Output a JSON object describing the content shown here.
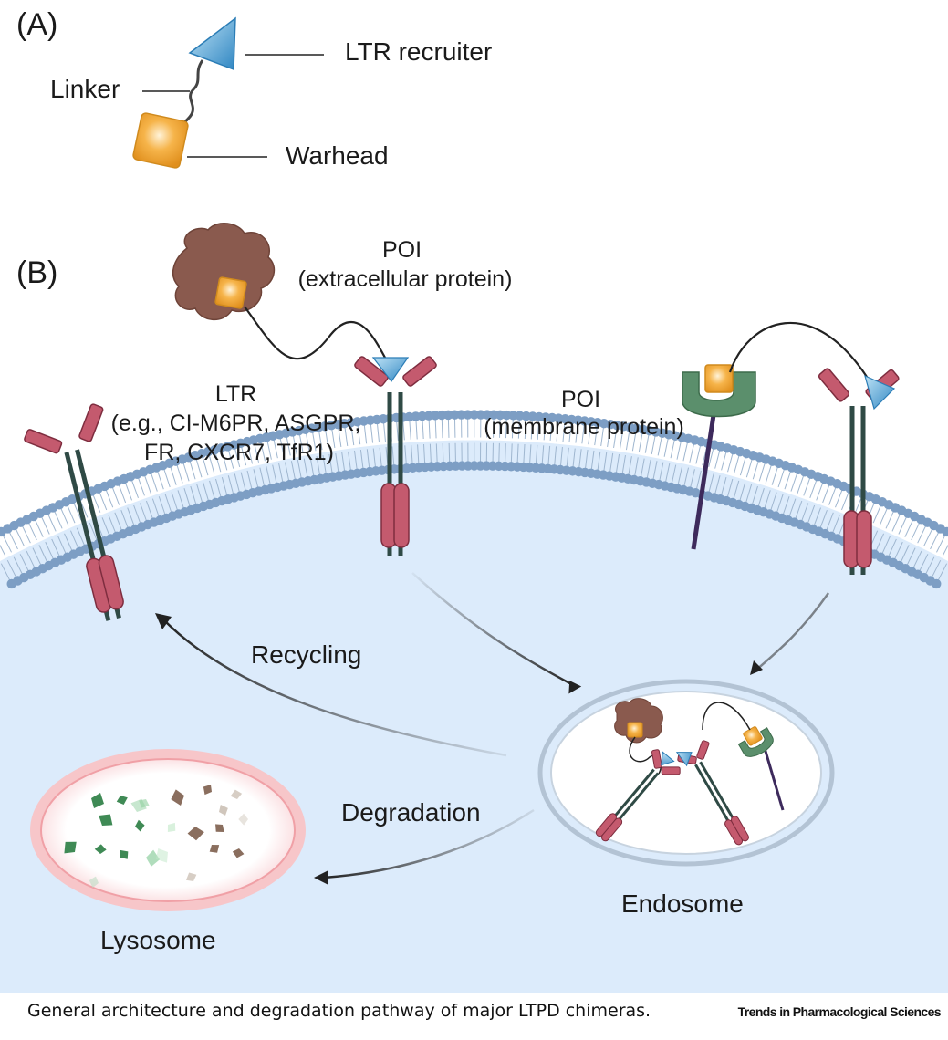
{
  "panel_a": {
    "label": "(A)",
    "ltr_recruiter": "LTR recruiter",
    "linker": "Linker",
    "warhead": "Warhead"
  },
  "panel_b": {
    "label": "(B)",
    "poi_extracellular": [
      "POI",
      "(extracellular protein)"
    ],
    "poi_membrane": [
      "POI",
      "(membrane protein)"
    ],
    "ltr": [
      "LTR",
      "(e.g., CI-M6PR, ASGPR,",
      "FR, CXCR7, TfR1)"
    ],
    "recycling": "Recycling",
    "degradation": "Degradation",
    "endosome": "Endosome",
    "lysosome": "Lysosome"
  },
  "caption": "General architecture and degradation pathway of major LTPD chimeras.",
  "journal": "Trends in Pharmacological Sciences",
  "colors": {
    "recruiter": "#4aa3d6",
    "warhead": "#f2a93a",
    "receptor": "#c45a6e",
    "receptor_stalk": "#2f4a45",
    "membrane_protein": "#5b8f6c",
    "membrane_stalk": "#3d2a5c",
    "extracellular_protein": "#8a5a4e",
    "cytoplasm": "#dcebfb",
    "lipid_head": "#7d9ec4",
    "lysosome_rim": "#f0a0a6"
  }
}
